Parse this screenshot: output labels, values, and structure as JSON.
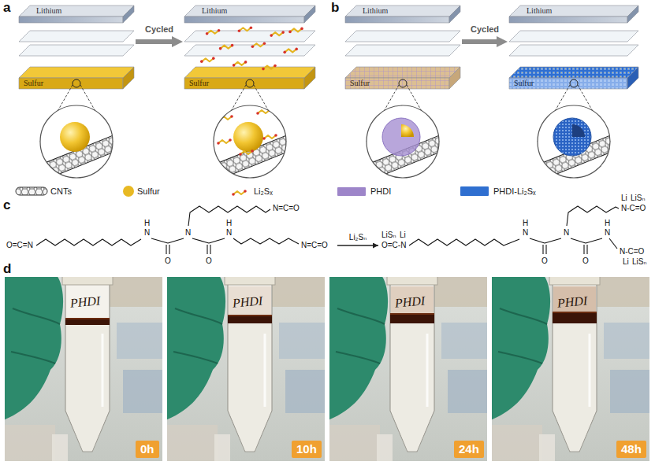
{
  "diagram": {
    "nodes": [
      {
        "text": [
          "Lithium",
          "Sulfur"
        ]
      },
      {
        "text": [
          "Lithium",
          "Sulfur"
        ]
      },
      {
        "text": [
          "Lithium",
          "Sulfur"
        ]
      },
      {
        "text": [
          "Lithium",
          "Sulfur"
        ]
      },
      {
        "text": [
          "O=C=N",
          "H",
          "N",
          "N",
          "N=C=O",
          "H",
          "N",
          "N=C=O",
          "O",
          "O"
        ]
      },
      {
        "text": [
          "LiSₙ",
          "Li",
          "O=C-N",
          "H",
          "N",
          "N",
          "Li",
          "LiSₙ",
          "N-C=O",
          "H",
          "N",
          "N-C=O",
          "Li",
          "LiSₙ",
          "O",
          "O"
        ]
      },
      {
        "text": [
          "PHDI"
        ]
      },
      {
        "text": [
          "0h"
        ],
        "in": 6
      },
      {
        "text": [
          "PHDI"
        ]
      },
      {
        "text": [
          "10h"
        ],
        "in": 8
      },
      {
        "text": [
          "PHDI"
        ]
      },
      {
        "text": [
          "24h"
        ],
        "in": 10
      },
      {
        "text": [
          "PHDI"
        ]
      },
      {
        "text": [
          "48h"
        ],
        "in": 12
      }
    ],
    "edges": [
      {
        "from": 0,
        "to": 1,
        "label": "Cycled",
        "arrow": "to"
      },
      {
        "from": 2,
        "to": 3,
        "label": "Cycled",
        "arrow": "to"
      },
      {
        "from": 4,
        "to": 5,
        "label": "Li₂Sₙ",
        "arrow": "to"
      }
    ],
    "labels": [
      "a",
      "b",
      "c",
      "d"
    ],
    "legend": [
      {
        "text": "CNTs"
      },
      {
        "text": "Sulfur",
        "color": "#e8b923"
      },
      {
        "text": "Li₂Sₓ"
      },
      {
        "text": "PHDI",
        "color": "#9d85c9"
      },
      {
        "text": "PHDI-Li₂Sₓ",
        "color": "#2f6fd0"
      }
    ]
  }
}
